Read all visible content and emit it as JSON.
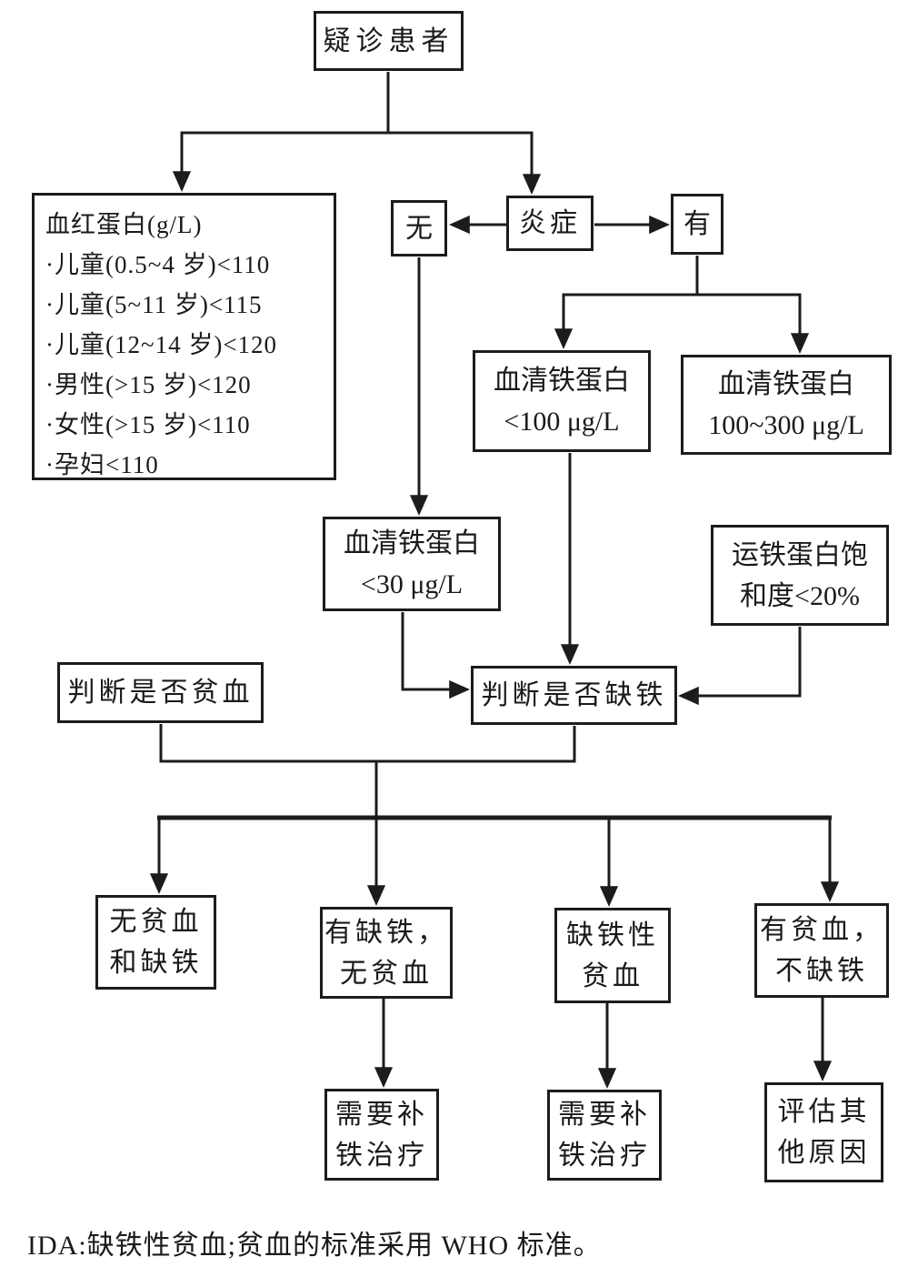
{
  "page": {
    "background_color": "#ffffff",
    "ink_color": "#1a1a1a",
    "type": "flowchart"
  },
  "flowchart": {
    "suspect": {
      "label": "疑诊患者"
    },
    "hemoglobin": {
      "title": "血红蛋白(g/L)",
      "items": [
        "·儿童(0.5~4 岁)<110",
        "·儿童(5~11 岁)<115",
        "·儿童(12~14 岁)<120",
        "·男性(>15 岁)<120",
        "·女性(>15 岁)<110",
        "·孕妇<110"
      ]
    },
    "inflammation": {
      "label": "炎症",
      "no_label": "无",
      "yes_label": "有"
    },
    "serum_ferritin_lt100": {
      "line1": "血清铁蛋白",
      "line2": "<100 μg/L"
    },
    "serum_ferritin_100_300": {
      "line1": "血清铁蛋白",
      "line2": "100~300 μg/L"
    },
    "serum_ferritin_lt30": {
      "line1": "血清铁蛋白",
      "line2": "<30 μg/L"
    },
    "transferrin_saturation": {
      "line1": "运铁蛋白饱",
      "line2": "和度<20%"
    },
    "judge_anemia": {
      "label": "判断是否贫血"
    },
    "judge_iron": {
      "label": "判断是否缺铁"
    },
    "result_none": {
      "line1": "无贫血",
      "line2": "和缺铁"
    },
    "result_iron_only": {
      "line1": "有缺铁，",
      "line2": "无贫血"
    },
    "result_ida": {
      "line1": "缺铁性",
      "line2": "贫血"
    },
    "result_anemia_only": {
      "line1": "有贫血，",
      "line2": "不缺铁"
    },
    "treatment_left": {
      "line1": "需要补",
      "line2": "铁治疗"
    },
    "treatment_right": {
      "line1": "需要补",
      "line2": "铁治疗"
    },
    "evaluate_other": {
      "line1": "评估其",
      "line2": "他原因"
    }
  },
  "footnote": "IDA:缺铁性贫血;贫血的标准采用 WHO 标准。"
}
